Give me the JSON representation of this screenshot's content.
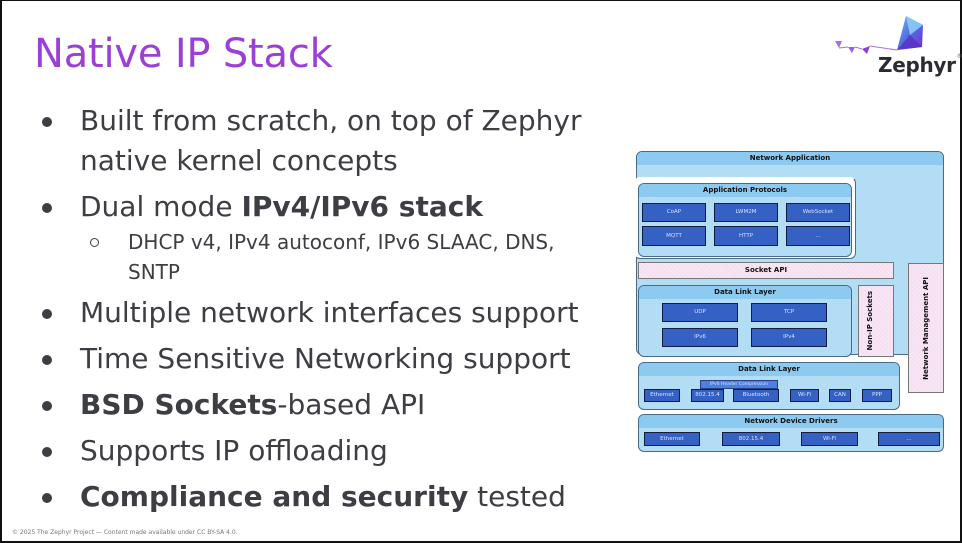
{
  "slide": {
    "title": "Native IP Stack",
    "logo": {
      "name": "Zephyr",
      "mark": "®"
    },
    "bullets": [
      {
        "parts": [
          {
            "text": "Built from scratch, on top of Zephyr native kernel concepts",
            "bold": false
          }
        ]
      },
      {
        "parts": [
          {
            "text": "Dual mode ",
            "bold": false
          },
          {
            "text": "IPv4/IPv6 stack",
            "bold": true
          }
        ],
        "sub": [
          "DHCP v4, IPv4 autoconf, IPv6 SLAAC, DNS, SNTP"
        ]
      },
      {
        "parts": [
          {
            "text": "Multiple network interfaces support",
            "bold": false
          }
        ]
      },
      {
        "parts": [
          {
            "text": "Time Sensitive Networking support",
            "bold": false
          }
        ]
      },
      {
        "parts": [
          {
            "text": "BSD Sockets",
            "bold": true
          },
          {
            "text": "-based API",
            "bold": false
          }
        ]
      },
      {
        "parts": [
          {
            "text": "Supports IP offloading",
            "bold": false
          }
        ]
      },
      {
        "parts": [
          {
            "text": "Compliance and security",
            "bold": true
          },
          {
            "text": " tested",
            "bold": false
          }
        ]
      }
    ],
    "footer": "© 2025 The Zephyr Project — Content made available under CC BY-SA 4.0."
  },
  "diagram": {
    "network_application": "Network Application",
    "application_protocols": {
      "label": "Application Protocols",
      "items": [
        "CoAP",
        "LWM2M",
        "WebSocket",
        "MQTT",
        "HTTP",
        "..."
      ]
    },
    "socket_api": "Socket API",
    "transport_network": {
      "label": "Data Link Layer",
      "items": [
        "UDP",
        "TCP",
        "IPv6",
        "IPv4"
      ]
    },
    "non_ip_sockets": "Non-IP Sockets",
    "network_management_api": "Network Management API",
    "data_link_layer": {
      "label": "Data Link Layer",
      "header_compression": "IPv6 Header Compression",
      "items": [
        "Ethernet",
        "802.15.4",
        "Bluetooth",
        "Wi-Fi",
        "CAN",
        "PPP"
      ]
    },
    "network_device_drivers": {
      "label": "Network Device Drivers",
      "items": [
        "Ethernet",
        "802.15.4",
        "Wi-Fi",
        "..."
      ]
    }
  },
  "colors": {
    "title": "#9b40d6",
    "body_text": "#3d3e44",
    "box_fill": "#b3dcf5",
    "box_header": "#8dcaf0",
    "chip_fill": "#3560c4",
    "api_fill": "#f5dff1"
  }
}
